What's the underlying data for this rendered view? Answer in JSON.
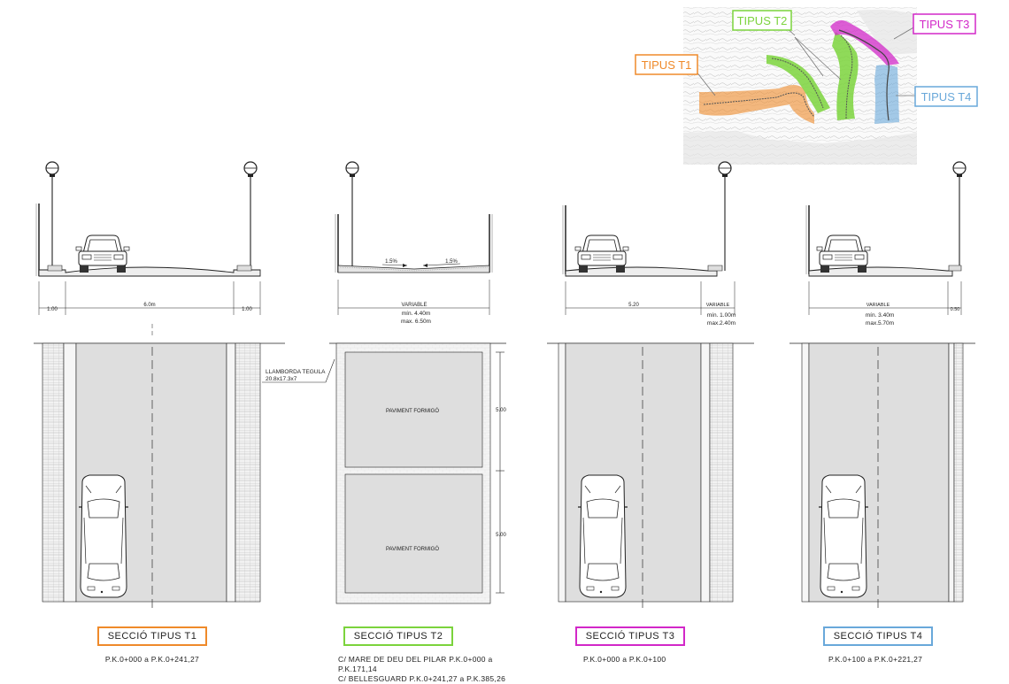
{
  "key_map": {
    "labels": [
      {
        "id": "T1",
        "text": "TIPUS T1",
        "color": "#ef8a2a"
      },
      {
        "id": "T2",
        "text": "TIPUS T2",
        "color": "#7bd33c"
      },
      {
        "id": "T3",
        "text": "TIPUS T3",
        "color": "#d228c8"
      },
      {
        "id": "T4",
        "text": "TIPUS T4",
        "color": "#69a8da"
      }
    ]
  },
  "sections": [
    {
      "id": "T1",
      "title": "SECCIÓ  TIPUS  T1",
      "color": "#ef8a2a",
      "ranges": [
        "P.K.0+000  a  P.K.0+241,27"
      ],
      "dims": [
        "1.00",
        "6.0m",
        "1.00"
      ]
    },
    {
      "id": "T2",
      "title": "SECCIÓ  TIPUS  T2",
      "color": "#7bd33c",
      "ranges": [
        "C/ MARE DE DEU DEL PILAR  P.K.0+000  a  P.K.171,14",
        "C/ BELLESGUARD  P.K.0+241,27  a  P.K.385,26"
      ],
      "dims": [
        "VARIABLE",
        "mín. 4.40m",
        "max. 6.50m"
      ],
      "slopes": [
        "1.5%",
        "1.5%"
      ],
      "pavement": "PAVIMENT FORMIGÓ",
      "block_dims": [
        "5.00",
        "5.00"
      ],
      "callout": [
        "LLAMBORDA TEGULA",
        "20.8x17.3x7"
      ]
    },
    {
      "id": "T3",
      "title": "SECCIÓ  TIPUS  T3",
      "color": "#d228c8",
      "ranges": [
        "P.K.0+000  a  P.K.0+100"
      ],
      "dims": [
        "5.20",
        "VARIABLE",
        "mín. 1.00m",
        "max.2.40m"
      ]
    },
    {
      "id": "T4",
      "title": "SECCIÓ  TIPUS  T4",
      "color": "#69a8da",
      "ranges": [
        "P.K.0+100  a  P.K.0+221,27"
      ],
      "dims": [
        "VARIABLE",
        "mín. 3.40m",
        "max.5.70m",
        "0.50"
      ]
    }
  ]
}
